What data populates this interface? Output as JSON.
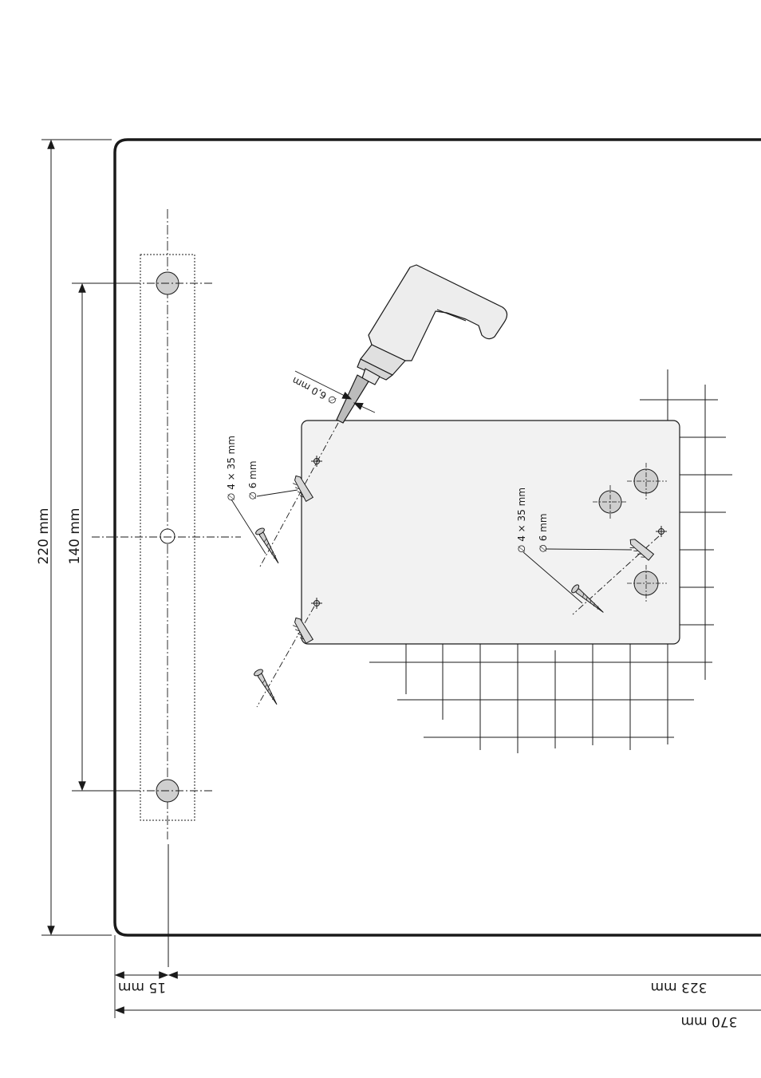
{
  "dimensions": {
    "height_total": "220 mm",
    "hole_spacing": "140 mm",
    "offset_left": "15 mm",
    "width_inner": "323 mm",
    "width_total": "370 mm"
  },
  "drill": {
    "bit_diameter": "∅ 6,0 mm"
  },
  "fixings": {
    "screw_size": "∅ 4 × 35 mm",
    "plug_size": "∅ 6 mm"
  },
  "colors": {
    "line": "#1a1a1a",
    "hole_fill": "#cfcfcf",
    "plate_fill": "#f2f2f2",
    "drill_fill": "#ededed"
  },
  "icons": [
    "drill-icon",
    "screw-icon",
    "wall-plug-icon",
    "crosshair-icon"
  ]
}
